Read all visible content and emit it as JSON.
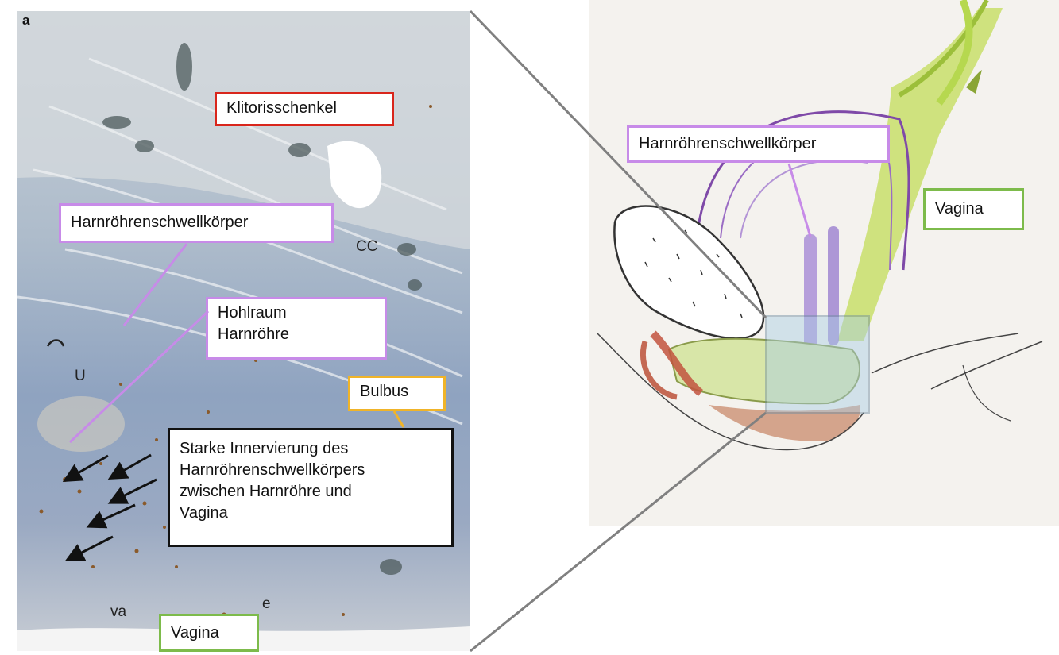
{
  "panel_letter": "a",
  "left_labels": {
    "klitorisschenkel": "Klitorisschenkel",
    "harnroehrenschwellkoerper": "Harnröhrenschwellkörper",
    "hohlraum": "Hohlraum\nHarnröhre",
    "bulbus": "Bulbus",
    "innervierung": "Starke Innervierung des\nHarnröhrenschwellkörpers\nzwischen Harnröhre und\nVagina",
    "vagina": "Vagina"
  },
  "left_markers": {
    "cc": "CC",
    "u": "U",
    "va": "va",
    "e": "e"
  },
  "right_labels": {
    "harnroehrenschwellkoerper": "Harnröhrenschwellkörper",
    "vagina": "Vagina"
  },
  "colors": {
    "violet": "#c78be8",
    "red": "#d9261c",
    "orange": "#f0b429",
    "green": "#7dbb4b",
    "black": "#111111",
    "connector": "#808080"
  }
}
